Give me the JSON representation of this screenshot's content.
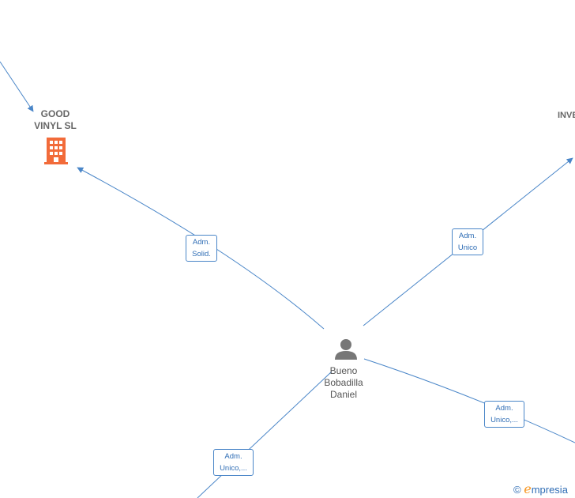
{
  "nodes": {
    "good_vinyl": {
      "line1": "GOOD",
      "line2": "VINYL SL"
    },
    "inve": {
      "label": "INVE"
    },
    "person": {
      "line1": "Bueno",
      "line2": "Bobadilla",
      "line3": "Daniel"
    }
  },
  "edges": {
    "e1": {
      "line1": "Adm.",
      "line2": "Solid."
    },
    "e2": {
      "line1": "Adm.",
      "line2": "Unico"
    },
    "e3": {
      "line1": "Adm.",
      "line2": "Unico,..."
    },
    "e4": {
      "line1": "Adm.",
      "line2": "Unico,..."
    }
  },
  "colors": {
    "edge": "#4a86c8",
    "company_icon": "#f26b3a",
    "person_icon": "#777777"
  },
  "watermark": {
    "copyright": "©",
    "brand_initial": "e",
    "brand_rest": "mpresia"
  }
}
